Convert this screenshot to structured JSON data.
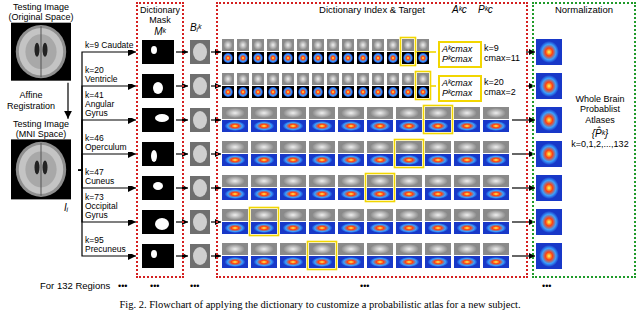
{
  "diagram": {
    "caption": "Fig. 2. Flowchart of applying the dictionary to customize a probabilistic atlas for a new subject.",
    "nodes": [
      {
        "text": [
          "Testing Image (Original Space)"
        ]
      },
      {
        "text": [
          "Testing Image (MNI Space)"
        ]
      },
      {
        "text": [
          "Dictionary Mask",
          "Mᵏ"
        ]
      },
      {
        "text": [
          "Dictionary Index & Target"
        ]
      },
      {
        "text": [
          "Aᵏcmax",
          "Pᵏcmax",
          "k=9 cmax=11"
        ],
        "in": 3
      },
      {
        "text": [
          "Aᵏcmax",
          "Pᵏcmax",
          "k=20 cmax=2"
        ],
        "in": 3
      },
      {
        "text": [
          "Normalization",
          "Whole Brain Probablist Atlases",
          "{P̂ᵏ}",
          "k=0,1,2,...,132"
        ]
      }
    ],
    "edges": [
      {
        "from": 0,
        "to": 1,
        "arrow": "to",
        "label": "Affine Registration"
      },
      {
        "from": 1,
        "to": 2,
        "arrow": "to",
        "label": "k=9 Caudate"
      },
      {
        "from": 1,
        "to": 2,
        "arrow": "to",
        "label": "k=20 Ventricle"
      },
      {
        "from": 1,
        "to": 2,
        "arrow": "to",
        "label": "k=41 Angular Gyrus"
      },
      {
        "from": 1,
        "to": 2,
        "arrow": "to",
        "label": "k=46 Operculum"
      },
      {
        "from": 1,
        "to": 2,
        "arrow": "to",
        "label": "k=47 Cuneus"
      },
      {
        "from": 1,
        "to": 2,
        "arrow": "to",
        "label": "k=73 Occipital Gyrus"
      },
      {
        "from": 1,
        "to": 2,
        "arrow": "to",
        "label": "k=95 Precuneus"
      }
    ],
    "labels": [
      "Iᵢ",
      "Bᵢᵏ",
      "Aᵏc",
      "Pᵏc",
      "For 132 Regions",
      "•••",
      "•••",
      "•••",
      "•••",
      "•••"
    ]
  }
}
